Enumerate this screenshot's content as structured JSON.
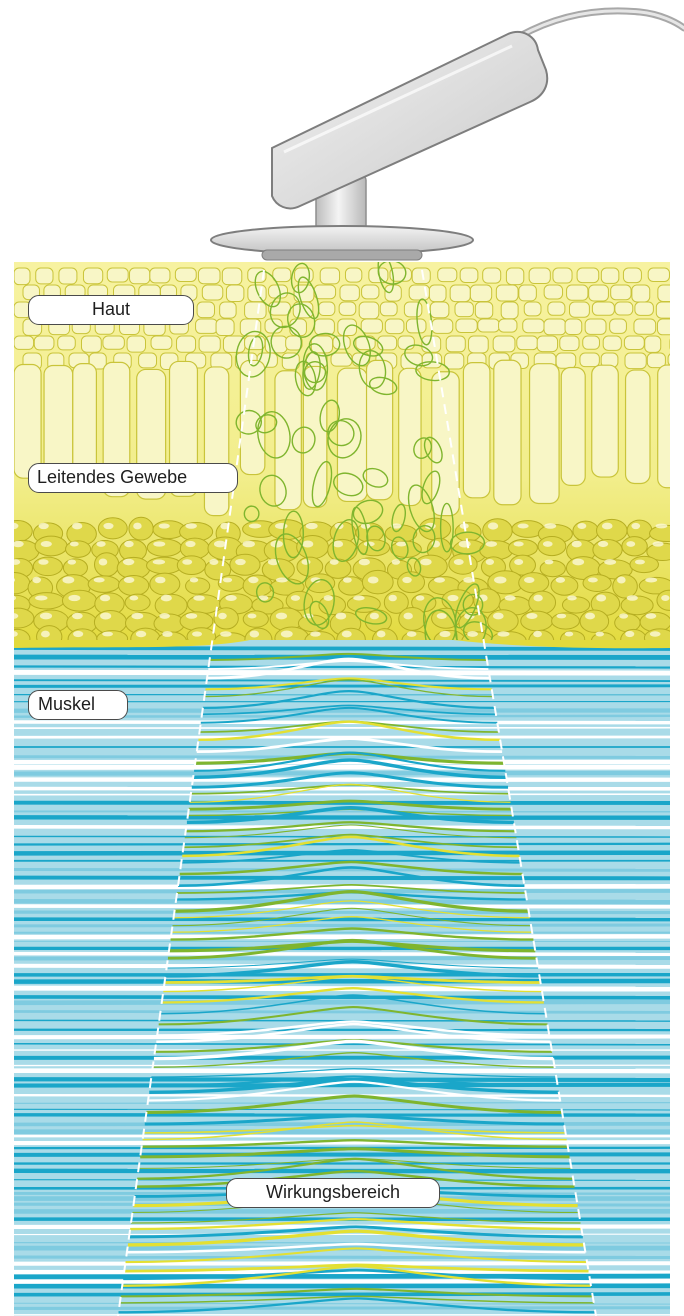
{
  "labels": {
    "skin": "Haut",
    "conductive_tissue": "Leitendes Gewebe",
    "muscle": "Muskel",
    "effect_area": "Wirkungsbereich"
  },
  "colors": {
    "tissue_yellow": "#eeea7a",
    "tissue_light": "#f8f6c6",
    "cell_outline": "#c9c43a",
    "fat_cell": "#dfd84a",
    "muscle_blue": "#1aa6c9",
    "muscle_light": "#a9dbe8",
    "effect_lines_green": "#7fb52e",
    "effect_lines_yellow": "#e3e032",
    "probe_grey": "#d4d4d4"
  },
  "icons": {
    "probe": "ultrasound-probe-icon"
  }
}
